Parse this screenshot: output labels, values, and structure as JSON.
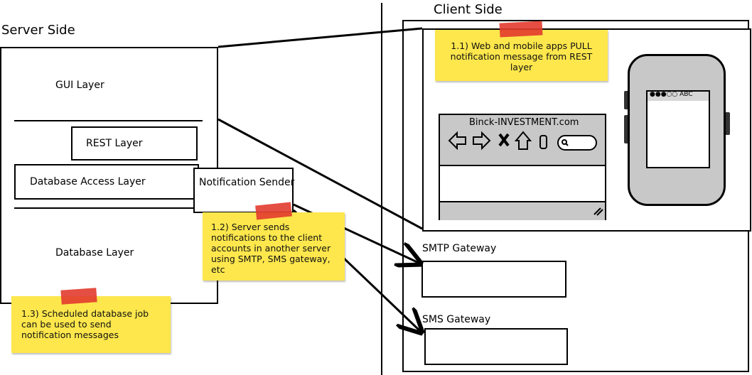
{
  "server": {
    "title": "Server Side",
    "gui_layer": "GUI Layer",
    "rest_layer": "REST Layer",
    "db_access_layer": "Database Access Layer",
    "notification_sender": "Notification Sender",
    "database_layer": "Database Layer"
  },
  "client": {
    "title": "Client Side",
    "browser_title": "Binck-INVESTMENT.com",
    "phone_status": "●●●○○ ABC",
    "smtp_gateway": "SMTP Gateway",
    "sms_gateway": "SMS Gateway"
  },
  "notes": {
    "pull": "1.1) Web and mobile apps PULL notification message from REST layer",
    "push": "1.2) Server sends notifications to the client accounts in another server using SMTP, SMS gateway, etc",
    "job": "1.3) Scheduled database job can be used to send notification messages"
  },
  "colors": {
    "sticky": "#fde74c",
    "tape": "#e23b2e",
    "device_gray": "#c8c8c8"
  }
}
